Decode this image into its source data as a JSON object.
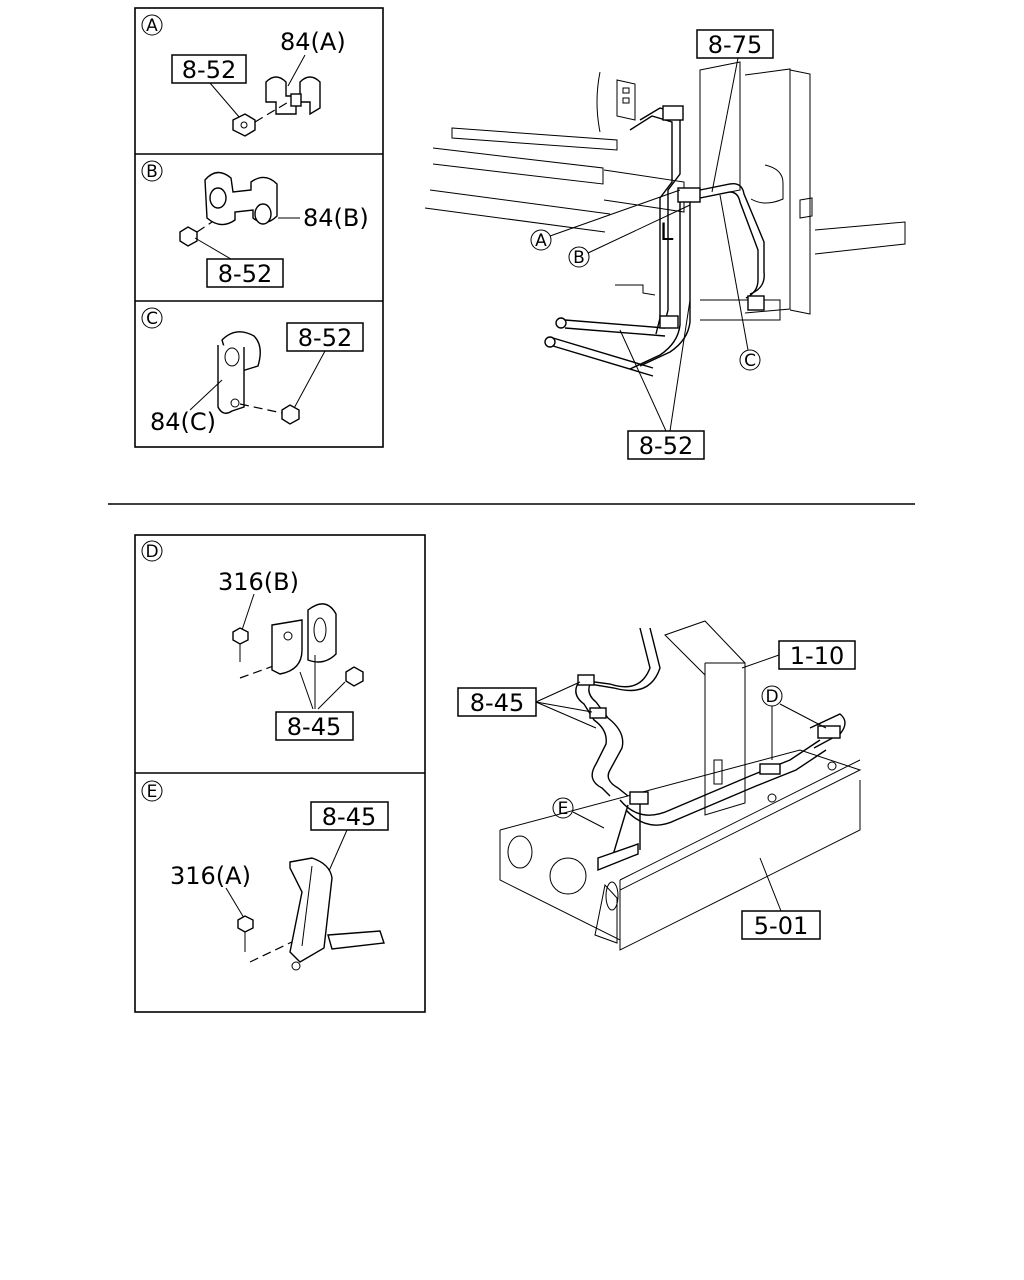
{
  "section_top": {
    "detail_A": {
      "letter": "A",
      "part_label": "84(A)",
      "ref": "8-52"
    },
    "detail_B": {
      "letter": "B",
      "part_label": "84(B)",
      "ref": "8-52"
    },
    "detail_C": {
      "letter": "C",
      "part_label": "84(C)",
      "ref": "8-52"
    },
    "main": {
      "ref_top": "8-75",
      "ref_bottom": "8-52",
      "callouts": [
        "A",
        "B",
        "C"
      ]
    }
  },
  "section_bottom": {
    "detail_D": {
      "letter": "D",
      "part_label": "316(B)",
      "ref": "8-45"
    },
    "detail_E": {
      "letter": "E",
      "part_label": "316(A)",
      "ref": "8-45"
    },
    "main": {
      "ref_left": "8-45",
      "ref_frame": "1-10",
      "ref_chassis": "5-01",
      "callouts": [
        "D",
        "E"
      ]
    }
  }
}
